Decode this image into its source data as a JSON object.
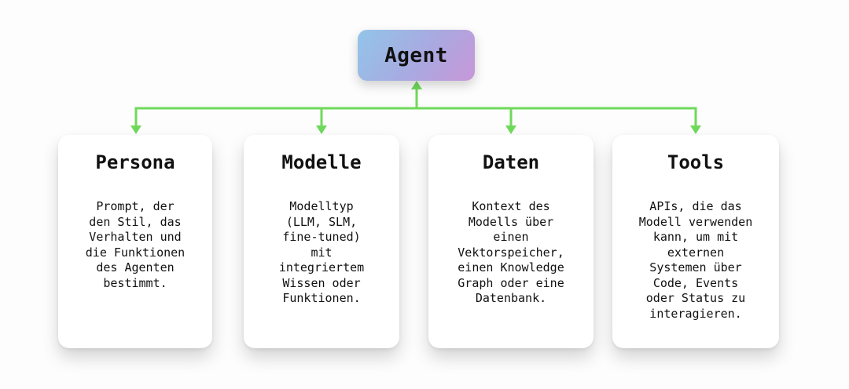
{
  "diagram": {
    "root": {
      "label": "Agent"
    },
    "children": [
      {
        "id": "persona",
        "title": "Persona",
        "body": "Prompt, der\nden Stil, das\nVerhalten und\ndie Funktionen\ndes Agenten\nbestimmt."
      },
      {
        "id": "modelle",
        "title": "Modelle",
        "body": "Modelltyp\n(LLM, SLM,\nfine-tuned)\nmit\nintegriertem\nWissen oder\nFunktionen."
      },
      {
        "id": "daten",
        "title": "Daten",
        "body": "Kontext des\nModells über\neinen\nVektorspeicher,\neinen Knowledge\nGraph oder eine\nDatenbank."
      },
      {
        "id": "tools",
        "title": "Tools",
        "body": "APIs, die das\nModell verwenden\nkann, um mit\nexternen\nSystemen über\nCode, Events\noder Status zu\ninteragieren."
      }
    ],
    "colors": {
      "connector": "#6fd95b",
      "root_gradient_start": "#92c5e9",
      "root_gradient_end": "#c897d8",
      "card_bg": "#ffffff",
      "page_bg": "#fdfdfd",
      "text": "#111111"
    }
  }
}
